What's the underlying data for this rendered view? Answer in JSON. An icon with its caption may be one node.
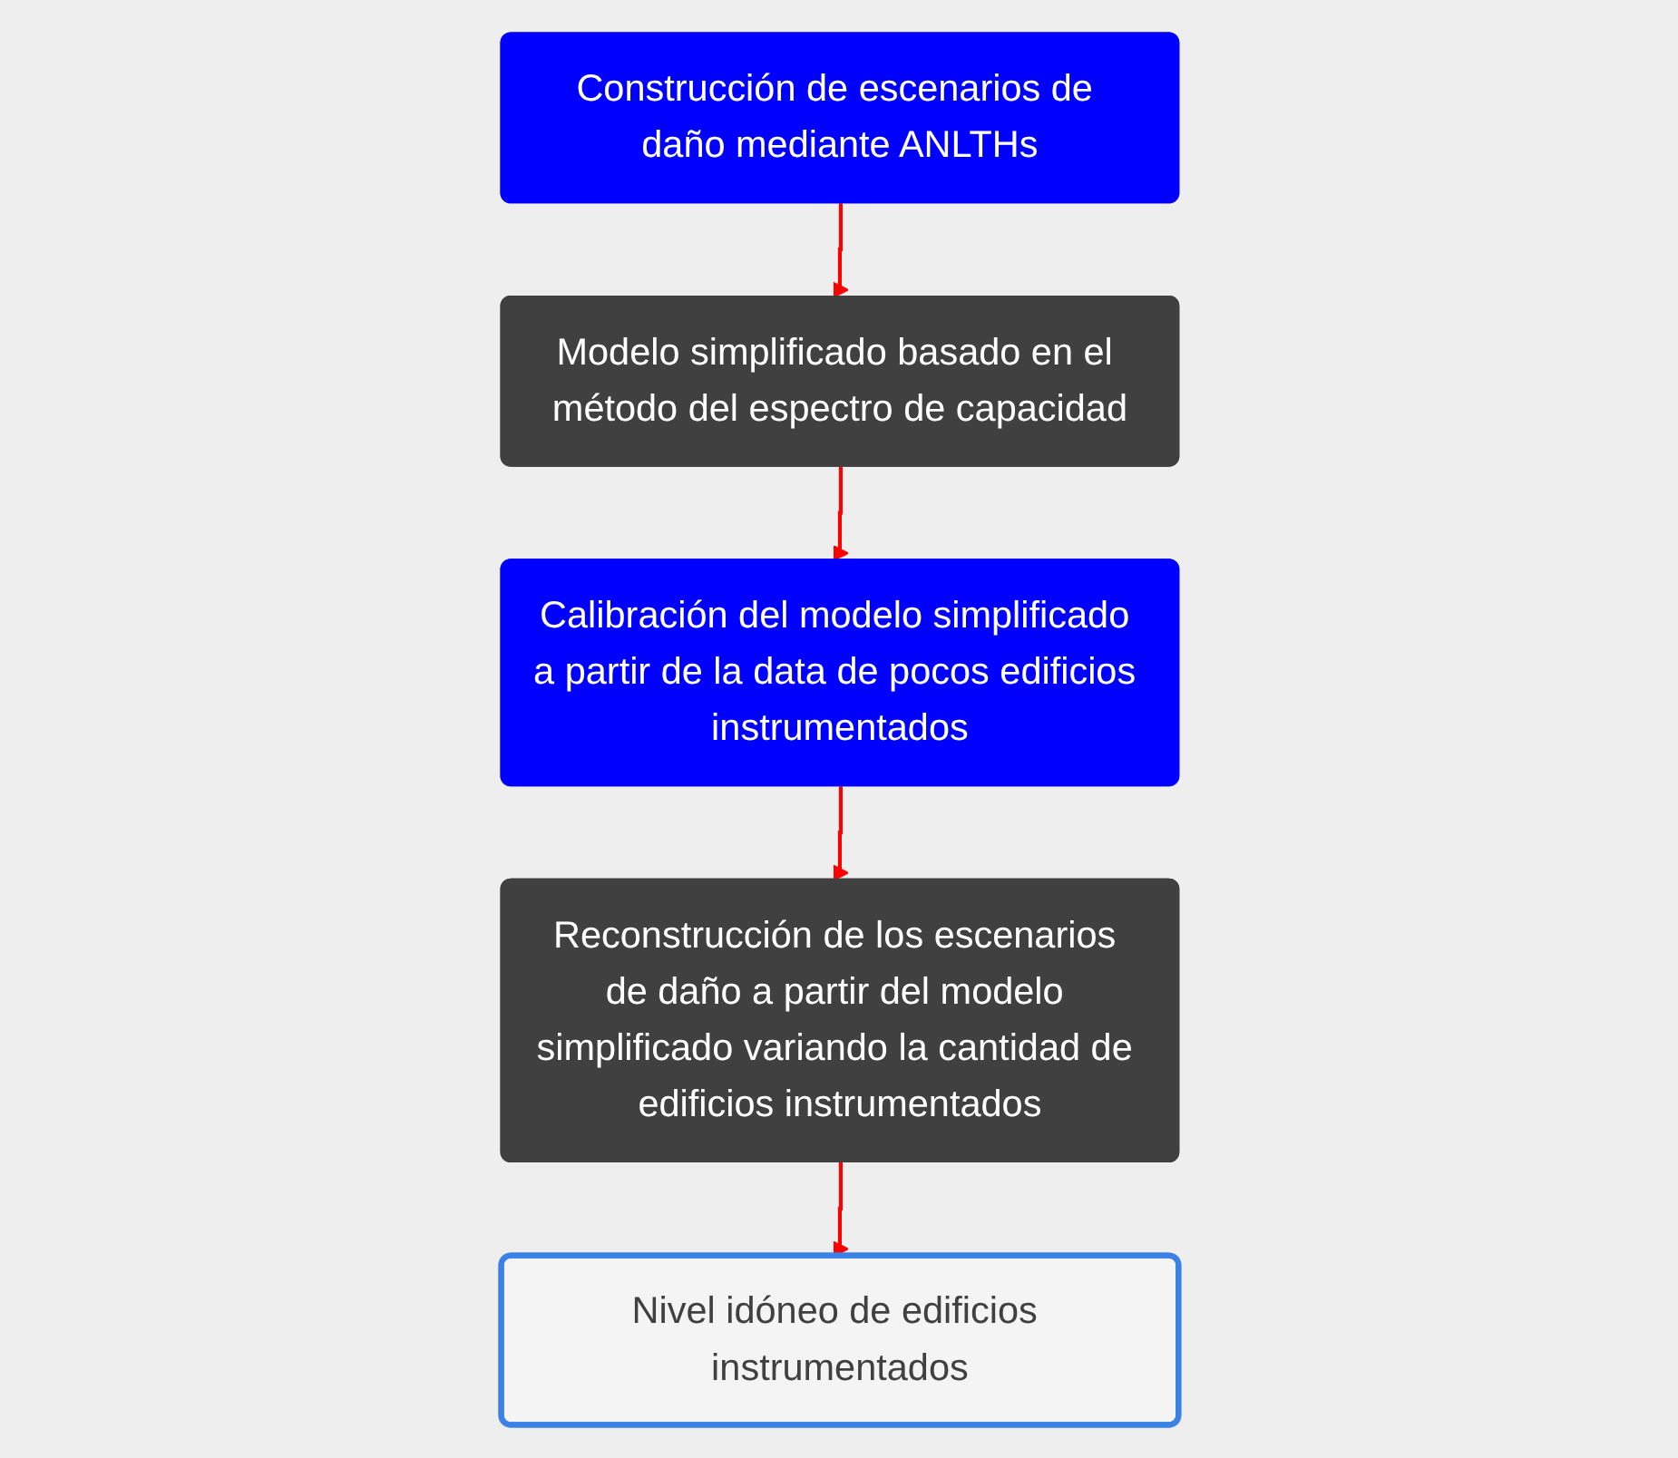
{
  "diagram": {
    "nodes": [
      {
        "text": [
          "Construcción de escenarios de daño mediante ANLTHs"
        ]
      },
      {
        "text": [
          "Modelo simplificado basado en el método del espectro de capacidad"
        ]
      },
      {
        "text": [
          "Calibración del modelo simplificado a partir de la data de pocos edificios instrumentados"
        ]
      },
      {
        "text": [
          "Reconstrucción de los escenarios de daño a partir del modelo simplificado variando la cantidad de edificios instrumentados"
        ]
      },
      {
        "text": [
          "Nivel idóneo de edificios instrumentados"
        ]
      }
    ],
    "edges": [
      {
        "from": 0,
        "to": 1,
        "arrow": "to"
      },
      {
        "from": 1,
        "to": 2,
        "arrow": "to"
      },
      {
        "from": 2,
        "to": 3,
        "arrow": "to"
      },
      {
        "from": 3,
        "to": 4,
        "arrow": "to"
      }
    ]
  }
}
